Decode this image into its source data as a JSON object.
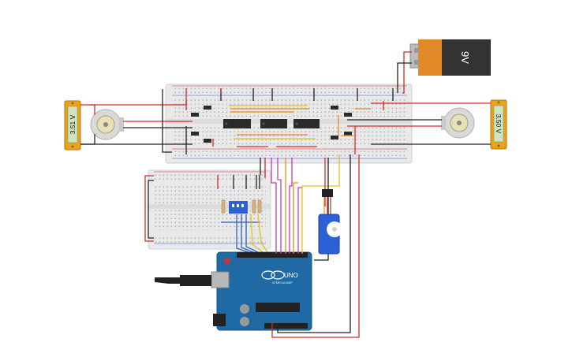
{
  "battery": {
    "label": "9V",
    "body_color": "#333333",
    "cap_color": "#e08a2a"
  },
  "voltmeter_left": {
    "reading": "3.51 V"
  },
  "voltmeter_right": {
    "reading": "3.50 V"
  },
  "arduino": {
    "brand": "UNO",
    "chip": "ATMEGA328P",
    "board_color": "#1f6aa5"
  },
  "icons": {
    "battery": "battery-9v-icon",
    "motor": "dc-motor-icon",
    "servo": "servo-icon",
    "breadboard": "breadboard-icon",
    "multimeter": "multimeter-icon",
    "usb": "usb-cable-icon"
  },
  "colors": {
    "wire_red": "#d62828",
    "wire_black": "#222222",
    "wire_orange": "#e88a1a",
    "wire_magenta": "#c23bb0",
    "wire_blue": "#2d5fd6",
    "wire_yellow": "#e0c21a",
    "wire_green": "#2ea043",
    "breadboard": "#e6e6e6",
    "chip": "#2b2b2b"
  }
}
